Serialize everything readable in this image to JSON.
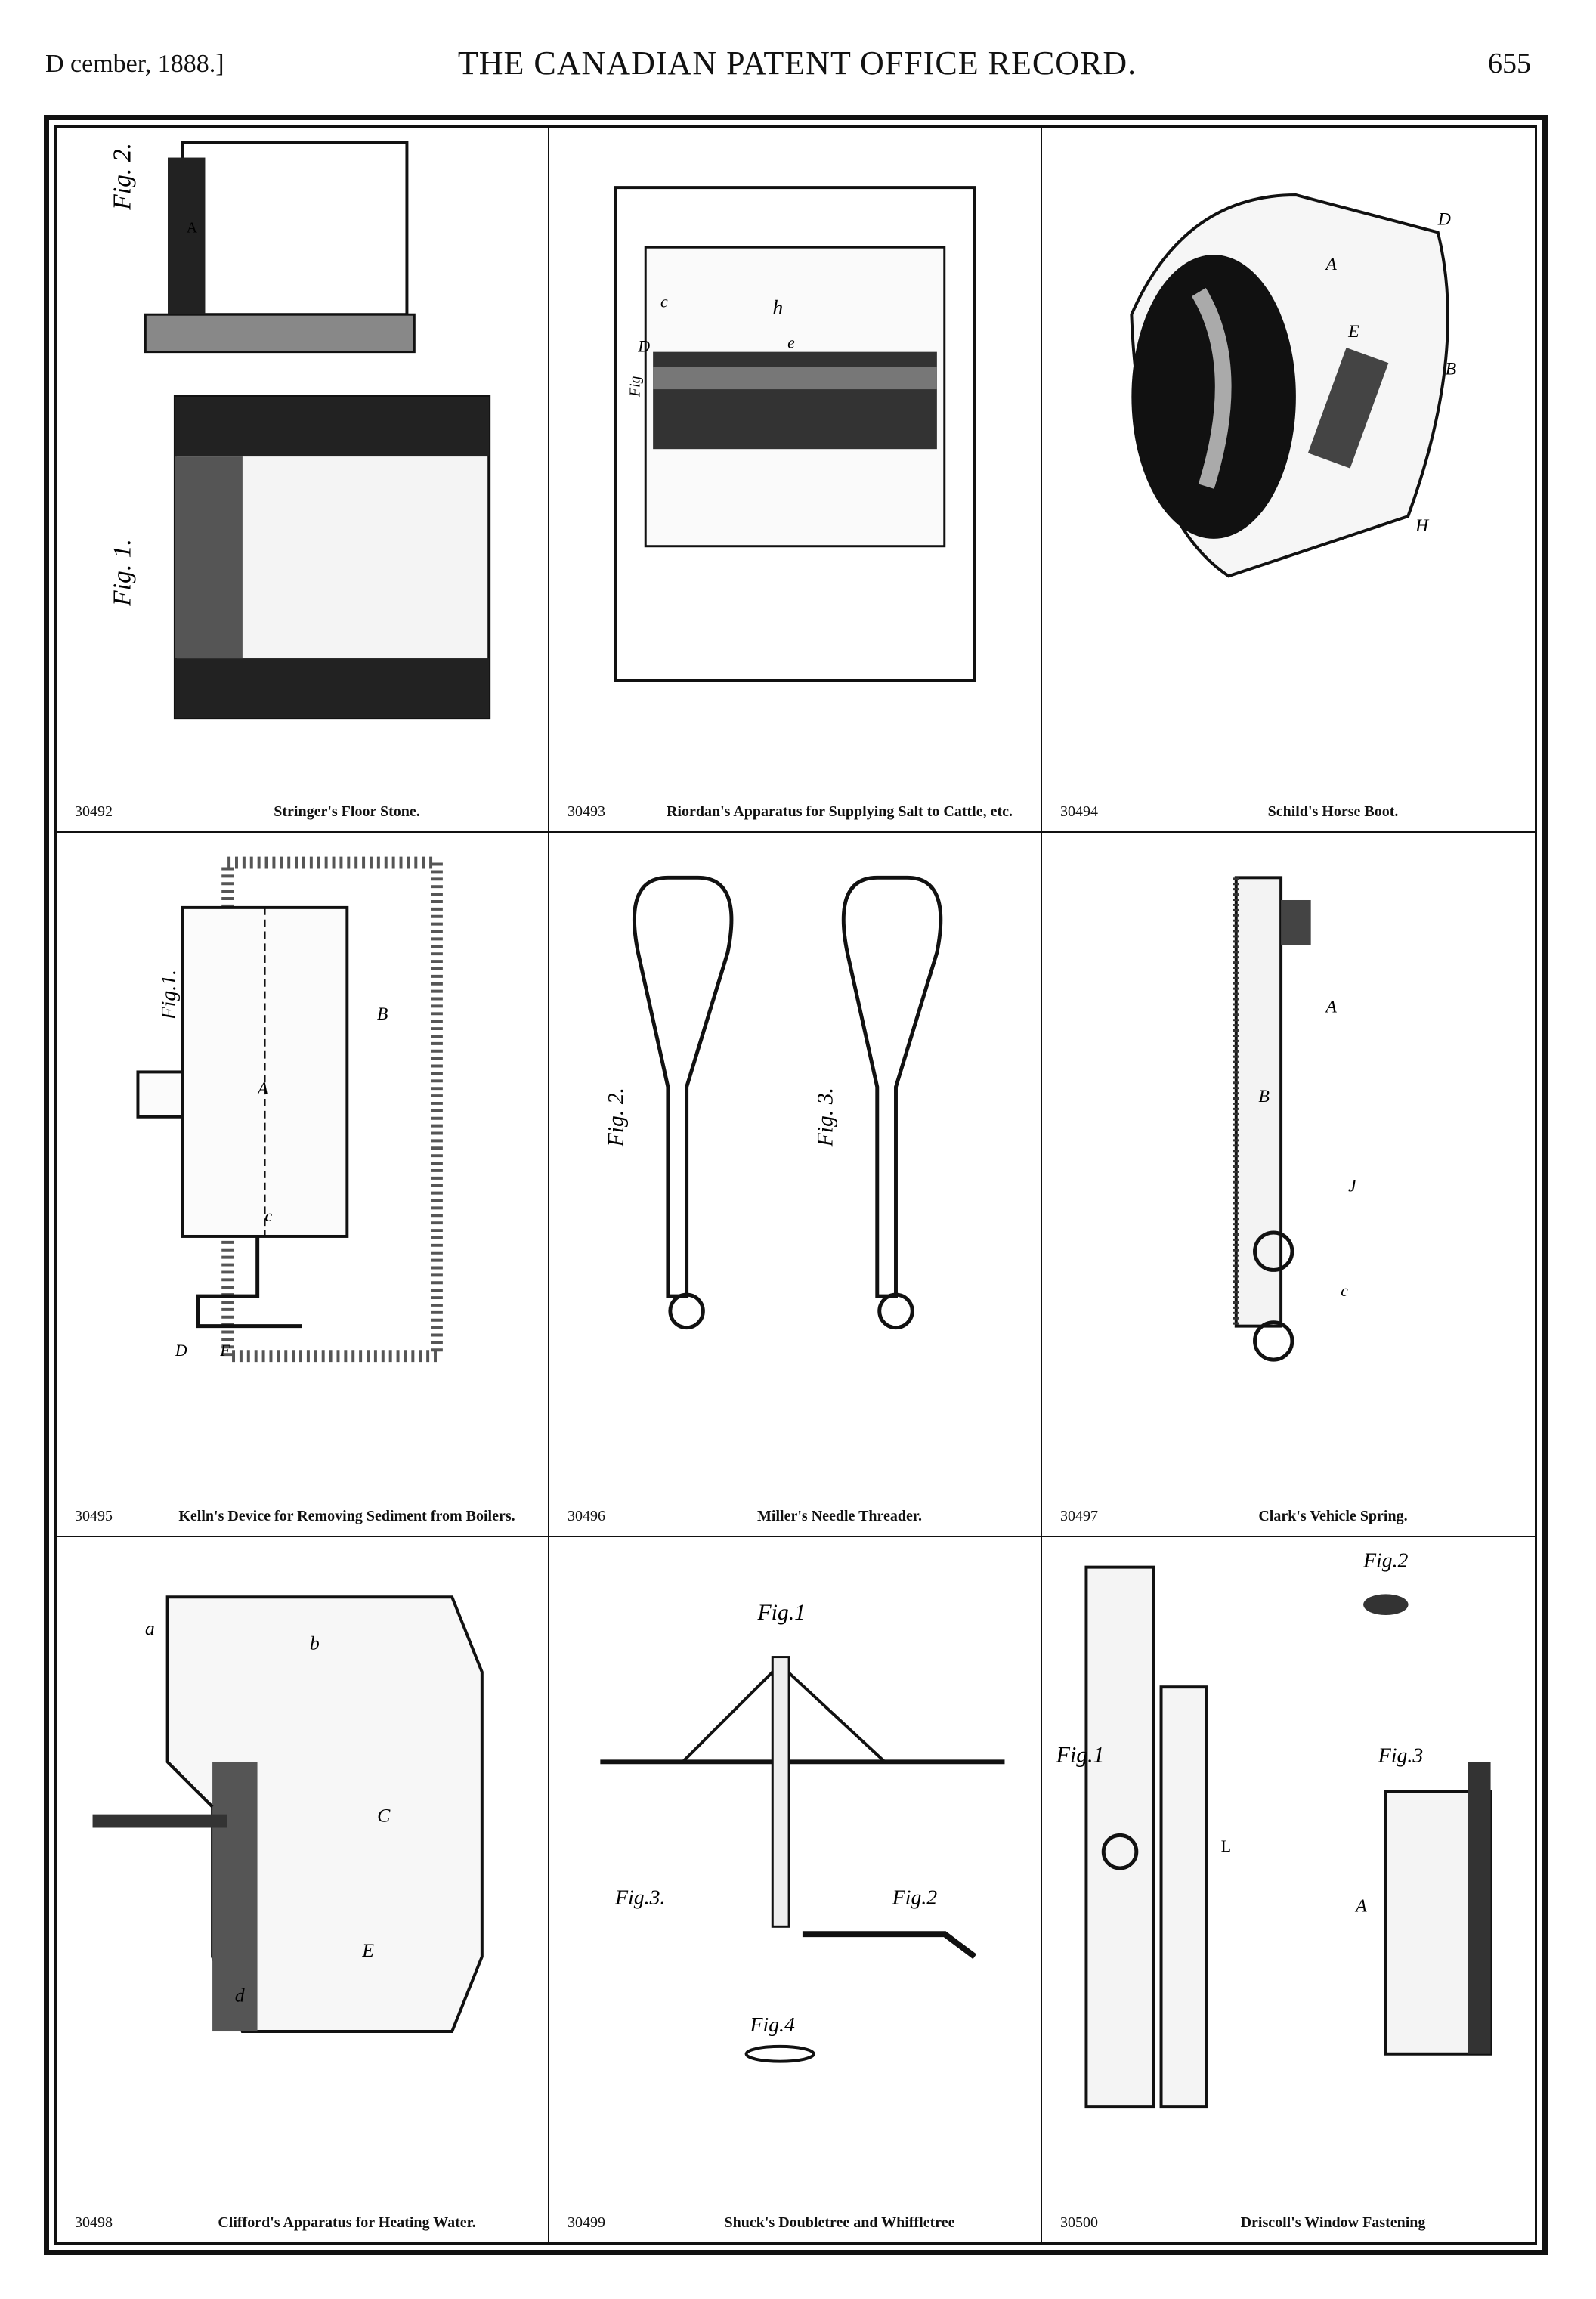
{
  "header": {
    "left": "D cember, 1888.]",
    "title": "THE CANADIAN PATENT OFFICE RECORD.",
    "page_number": "655"
  },
  "panels": [
    {
      "number": "30492",
      "caption": "Stringer's Floor Stone.",
      "labels": {
        "fig2": "Fig. 2.",
        "fig1": "Fig. 1.",
        "a": "A"
      }
    },
    {
      "number": "30493",
      "caption": "Riordan's Apparatus for Supplying Salt to Cattle, etc.",
      "labels": {
        "h": "h",
        "c": "c",
        "e": "e",
        "d": "D",
        "fig": "Fig"
      }
    },
    {
      "number": "30494",
      "caption": "Schild's Horse Boot.",
      "labels": {
        "d": "D",
        "a": "A",
        "b": "B",
        "h": "H",
        "e": "E"
      }
    },
    {
      "number": "30495",
      "caption": "Kelln's Device for Removing Sediment from Boilers.",
      "labels": {
        "fig": "Fig.1.",
        "a": "A",
        "b": "B",
        "c": "c",
        "d": "D",
        "f": "F"
      }
    },
    {
      "number": "30496",
      "caption": "Miller's Needle Threader.",
      "labels": {
        "fig2": "Fig. 2.",
        "fig3": "Fig. 3."
      }
    },
    {
      "number": "30497",
      "caption": "Clark's Vehicle Spring.",
      "labels": {
        "a": "A",
        "b": "B",
        "c": "c",
        "j": "J"
      }
    },
    {
      "number": "30498",
      "caption": "Clifford's Apparatus for Heating Water.",
      "labels": {
        "a": "a",
        "b": "b",
        "c": "C",
        "d": "d",
        "e": "E"
      }
    },
    {
      "number": "30499",
      "caption": "Shuck's Doubletree and Whiffletree",
      "labels": {
        "fig1": "Fig.1",
        "fig2": "Fig.2",
        "fig3": "Fig.3.",
        "fig4": "Fig.4"
      }
    },
    {
      "number": "30500",
      "caption": "Driscoll's Window Fastening",
      "labels": {
        "fig1": "Fig.1",
        "fig2": "Fig.2",
        "fig3": "Fig.3",
        "a": "A",
        "l": "L"
      }
    }
  ]
}
